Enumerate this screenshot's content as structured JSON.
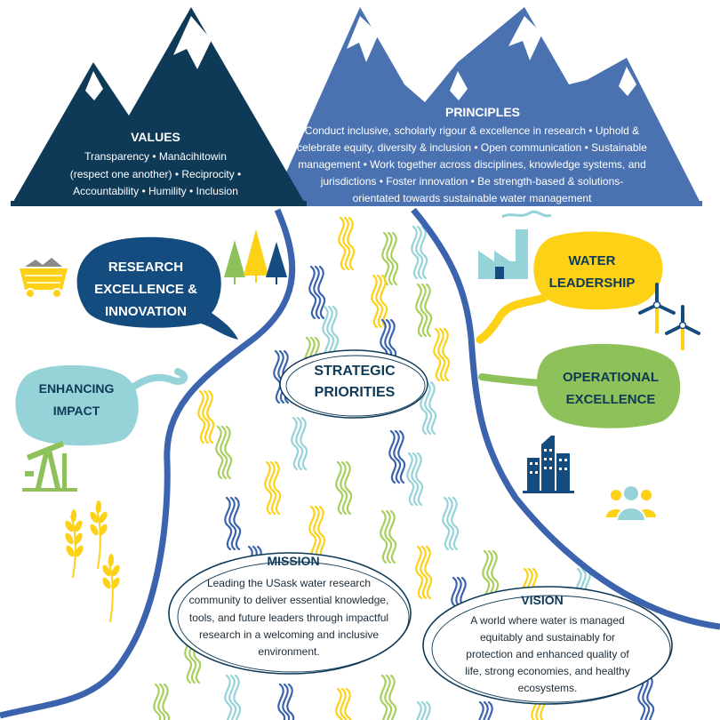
{
  "values": {
    "title": "VALUES",
    "lines": [
      "Transparency • Manācihitowin",
      "(respect one another) • Reciprocity •",
      "Accountability • Humility • Inclusion"
    ]
  },
  "principles": {
    "title": "PRINCIPLES",
    "lines": [
      "Conduct inclusive, scholarly rigour & excellence in research • Uphold &",
      "celebrate equity, diversity & inclusion • Open communication • Sustainable",
      "management • Work together across disciplines, knowledge systems, and",
      "jurisdictions • Foster innovation • Be strength-based & solutions-",
      "orientated towards sustainable water management"
    ]
  },
  "strategic_priorities": {
    "lines": [
      "STRATEGIC",
      "PRIORITIES"
    ]
  },
  "priorities": {
    "research": {
      "lines": [
        "RESEARCH",
        "EXCELLENCE &",
        "INNOVATION"
      ]
    },
    "impact": {
      "lines": [
        "ENHANCING",
        "IMPACT"
      ]
    },
    "water_leadership": {
      "lines": [
        "WATER",
        "LEADERSHIP"
      ]
    },
    "operational": {
      "lines": [
        "OPERATIONAL",
        "EXCELLENCE"
      ]
    }
  },
  "mission": {
    "title": "MISSION",
    "lines": [
      "Leading the USask water research",
      "community to deliver essential knowledge,",
      "tools, and future leaders through impactful",
      "research in a welcoming and inclusive",
      "environment."
    ]
  },
  "vision": {
    "title": "VISION",
    "lines": [
      "A world where water is managed",
      "equitably and sustainably for",
      "protection and enhanced quality of",
      "life, strong economies, and healthy",
      "ecosystems."
    ]
  },
  "icons": [
    "mine-cart-icon",
    "pine-trees-icon",
    "factory-icon",
    "wind-turbines-icon",
    "oil-pumpjack-icon",
    "wheat-icon",
    "city-buildings-icon",
    "people-icon"
  ],
  "colors": {
    "navy": "#0e3a57",
    "dark_blue": "#154c7f",
    "mid_blue": "#4a72b0",
    "river_blue": "#3c64ae",
    "teal": "#96d3d8",
    "green": "#8ec15a",
    "yellow": "#fcd116",
    "light_green": "#a8cf5e"
  }
}
